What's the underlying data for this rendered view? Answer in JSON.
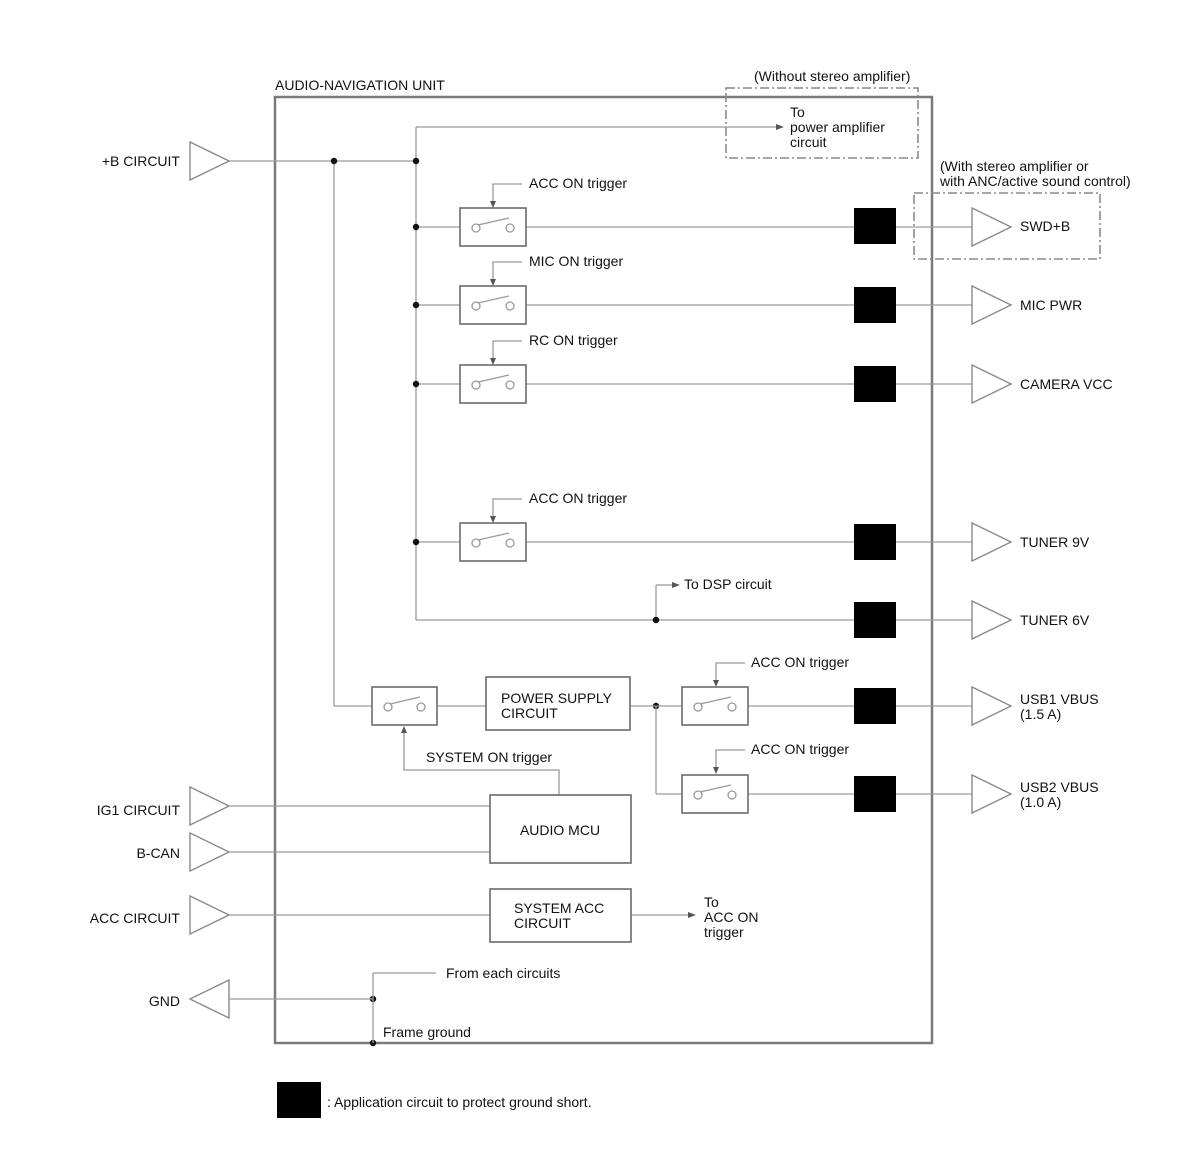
{
  "unit_title": "AUDIO-NAVIGATION UNIT",
  "without_amp_note": "(Without stereo amplifier)",
  "with_amp_note": [
    "(With stereo amplifier or",
    "with ANC/active sound control)"
  ],
  "to_power_amp": [
    "To",
    "power amplifier",
    "circuit"
  ],
  "inputs": {
    "b_circuit": "+B CIRCUIT",
    "ig1": "IG1 CIRCUIT",
    "bcan": "B-CAN",
    "acc": "ACC CIRCUIT",
    "gnd": "GND"
  },
  "outputs": {
    "swd": "SWD+B",
    "mic_pwr": "MIC PWR",
    "camera_vcc": "CAMERA VCC",
    "tuner9": "TUNER 9V",
    "tuner6": "TUNER 6V",
    "usb1": [
      "USB1 VBUS",
      "(1.5 A)"
    ],
    "usb2": [
      "USB2 VBUS",
      "(1.0 A)"
    ]
  },
  "triggers": {
    "acc_on": "ACC ON trigger",
    "mic_on": "MIC ON trigger",
    "rc_on": "RC ON trigger",
    "system_on": "SYSTEM ON trigger"
  },
  "to_dsp": "To DSP circuit",
  "blocks": {
    "power_supply": [
      "POWER SUPPLY",
      "CIRCUIT"
    ],
    "audio_mcu": "AUDIO MCU",
    "system_acc": [
      "SYSTEM ACC",
      "CIRCUIT"
    ]
  },
  "to_acc_on": [
    "To",
    "ACC ON",
    "trigger"
  ],
  "from_each": "From each circuits",
  "frame_ground": "Frame ground",
  "legend": ": Application circuit to protect ground short."
}
